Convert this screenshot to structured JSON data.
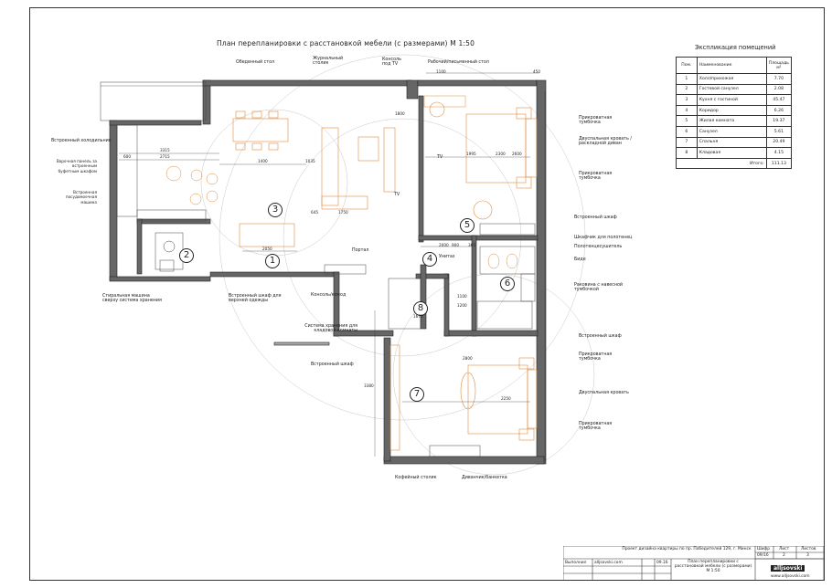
{
  "title": "План перепланировки с расстановкой мебели (с размерами) М 1:50",
  "explication": {
    "title": "Экспликация помещений",
    "headers": [
      "Пом.",
      "Наименование",
      "Площадь м²"
    ],
    "rows": [
      {
        "n": "1",
        "name": "Холл/прихожая",
        "area": "7.70"
      },
      {
        "n": "2",
        "name": "Гостевой санузел",
        "area": "2.08"
      },
      {
        "n": "3",
        "name": "Кухня с гостиной",
        "area": "45.47"
      },
      {
        "n": "4",
        "name": "Коридор",
        "area": "6.26"
      },
      {
        "n": "5",
        "name": "Жилая комната",
        "area": "19.37"
      },
      {
        "n": "6",
        "name": "Санузел",
        "area": "5.61"
      },
      {
        "n": "7",
        "name": "Спальня",
        "area": "20.49"
      },
      {
        "n": "8",
        "name": "Кладовая",
        "area": "4.15"
      }
    ],
    "total_label": "Итого:",
    "total": "111.13"
  },
  "rooms": [
    "1",
    "2",
    "3",
    "4",
    "5",
    "6",
    "7",
    "8"
  ],
  "annotations": {
    "dining_table": "Обеденный стол",
    "coffee_table": "Журнальный столик",
    "console_tv": "Консоль под TV",
    "desk": "Рабочий/письменный стол",
    "fridge": "Встроенный холодильник",
    "cooking_panel": "Варочная панель за встроенным буфетным шкафом",
    "dishwasher": "Встроенная посудомоечная машина",
    "washer": "Стиральная машина сверху система хранения",
    "wardrobe_outer": "Встроенный шкаф для верхней одежды",
    "console_pouf": "Консоль/комод",
    "portal": "Портал",
    "storage_system": "Система хранения для кладовой комнаты",
    "builtin_wardrobe_7": "Встроенный шкаф",
    "coffee_table_2": "Кофейный столик",
    "sofa_bench": "Диванчик/банкетка",
    "toilet": "Унитаз",
    "towel_cabinet": "Шкафчик для полотенец",
    "towel_dryer": "Полотенцесушитель",
    "bidet": "Биде",
    "sink_cabinet": "Раковина с навесной тумбочкой",
    "builtin_wardrobe_5": "Встроенный шкаф",
    "nightstand": "Прикроватная тумбочка",
    "double_bed_sofa": "Двуспальная кровать /раскладной диван",
    "double_bed": "Двуспальная кровать",
    "builtin_wardrobe_7b": "Встроенный шкаф",
    "tv": "TV"
  },
  "dimensions": [
    "3315",
    "2715",
    "600",
    "1400",
    "1035",
    "1750",
    "645",
    "2050",
    "1995",
    "2300",
    "2600",
    "2000",
    "900",
    "365",
    "450",
    "1100",
    "1675",
    "3380",
    "2250",
    "1800",
    "2800",
    "1100",
    "1200"
  ],
  "stamp": {
    "project": "Проект дизайна квартиры по пр. Победителей 129, г. Минск",
    "sheet_title": "План перепланировки с расстановкой мебели (с размерами) М 1:50",
    "performed_label": "Выполнил",
    "performer": "alljsovski.com",
    "date": "09.16",
    "code_label": "Шифр",
    "sheet_label": "Лист",
    "sheets_label": "Листов",
    "code": "09/16",
    "sheet": "2",
    "sheets": "3",
    "logo": "alljsovski",
    "site": "www.alljsovski.com"
  }
}
